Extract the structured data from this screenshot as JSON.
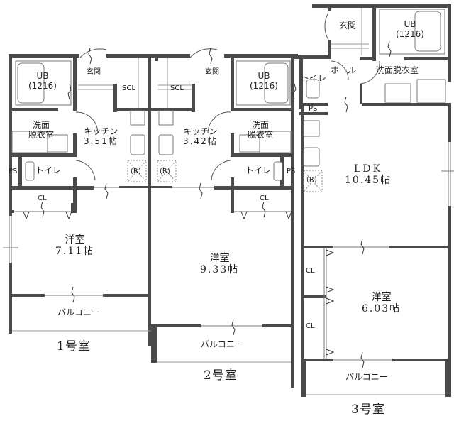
{
  "title": "3-unit apartment floor plan",
  "units": [
    {
      "label": "1号室",
      "rooms": {
        "ub": {
          "name": "UB",
          "size": "(1216)"
        },
        "entrance": "玄関",
        "shoe_closet": "SCL",
        "washroom": {
          "line1": "洗面",
          "line2": "脱衣室"
        },
        "kitchen": {
          "name": "キッチン",
          "area": "3.51帖"
        },
        "toilet": "トイレ",
        "ps": "PS",
        "refrigerator": "(R)",
        "closet": "CL",
        "western_room": {
          "name": "洋室",
          "area": "7.11帖"
        },
        "balcony": "バルコニー"
      }
    },
    {
      "label": "2号室",
      "rooms": {
        "ub": {
          "name": "UB",
          "size": "(1216)"
        },
        "entrance": "玄関",
        "shoe_closet": "SCL",
        "washroom": {
          "line1": "洗面",
          "line2": "脱衣室"
        },
        "kitchen": {
          "name": "キッチン",
          "area": "3.42帖"
        },
        "toilet": "トイレ",
        "ps": "PS",
        "refrigerator": "(R)",
        "closet": "CL",
        "western_room": {
          "name": "洋室",
          "area": "9.33帖"
        },
        "balcony": "バルコニー"
      }
    },
    {
      "label": "3号室",
      "rooms": {
        "ub": {
          "name": "UB",
          "size": "(1216)"
        },
        "entrance": "玄関",
        "hall": "ホール",
        "washroom": "洗面脱衣室",
        "toilet": "トイレ",
        "ps": "PS",
        "refrigerator": "(R)",
        "ldk": {
          "name": "LDK",
          "area": "10.45帖"
        },
        "closet_1": "CL",
        "closet_2": "CL",
        "western_room": {
          "name": "洋室",
          "area": "6.03帖"
        },
        "balcony": "バルコニー"
      }
    }
  ]
}
